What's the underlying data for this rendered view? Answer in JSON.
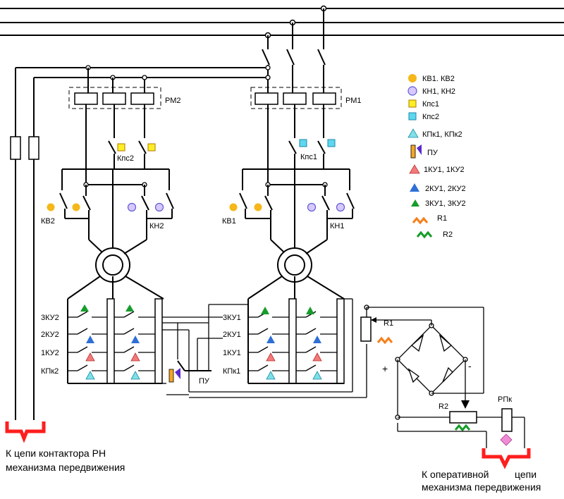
{
  "colors": {
    "kv": "#f5b719",
    "kn": "#d9c8ff",
    "kps1": "#ffee22",
    "kps2": "#5fd7f0",
    "kpk": "#7ee0e6",
    "ku1": "#f27a7a",
    "ku2": "#2f6fd6",
    "ku3": "#169c2a",
    "r1": "#f77f1b",
    "r2": "#169c2a",
    "pu_orange": "#f5a623",
    "pu_purple": "#5b2ac9",
    "rpk": "#f08cd6",
    "bracket": "#ff1e1e"
  },
  "legend": [
    {
      "icon": "circle-orange",
      "label": "КВ1. КВ2"
    },
    {
      "icon": "circle-lavender",
      "label": "КН1, КН2"
    },
    {
      "icon": "square-yellow",
      "label": "Кпс1"
    },
    {
      "icon": "square-cyan",
      "label": "Кпс2"
    },
    {
      "icon": "triangle-cyan",
      "label": "КПк1, КПк2"
    },
    {
      "icon": "pu-symbol",
      "label": "ПУ"
    },
    {
      "icon": "triangle-red",
      "label": "1КУ1, 1КУ2"
    },
    {
      "icon": "triangle-blue",
      "label": "2КУ1, 2КУ2"
    },
    {
      "icon": "triangle-green",
      "label": "3КУ1, 3КУ2"
    },
    {
      "icon": "zigzag-orange",
      "label": "R1"
    },
    {
      "icon": "zigzag-green",
      "label": "R2"
    }
  ],
  "labels": {
    "rm2": "РМ2",
    "rm1": "РМ1",
    "kps2": "Кпс2",
    "kps1": "Кпс1",
    "kv2": "КВ2",
    "kn2": "КН2",
    "kv1": "КВ1",
    "kn1": "КН1",
    "ku3_2": "3КУ2",
    "ku2_2": "2КУ2",
    "ku1_2": "1КУ2",
    "kpk2": "КПк2",
    "ku3_1": "3КУ1",
    "ku2_1": "2КУ1",
    "ku1_1": "1КУ1",
    "kpk1": "КПк1",
    "pu": "ПУ",
    "r1": "R1",
    "r2": "R2",
    "rpk": "РПк",
    "plus": "+",
    "minus": "-"
  },
  "captions": {
    "left_line1": "К цепи контактора РН",
    "left_line2": "механизма передвижения",
    "right_line1a": "К оперативной",
    "right_line1b": "цепи",
    "right_line2": "механизма передвижения"
  }
}
